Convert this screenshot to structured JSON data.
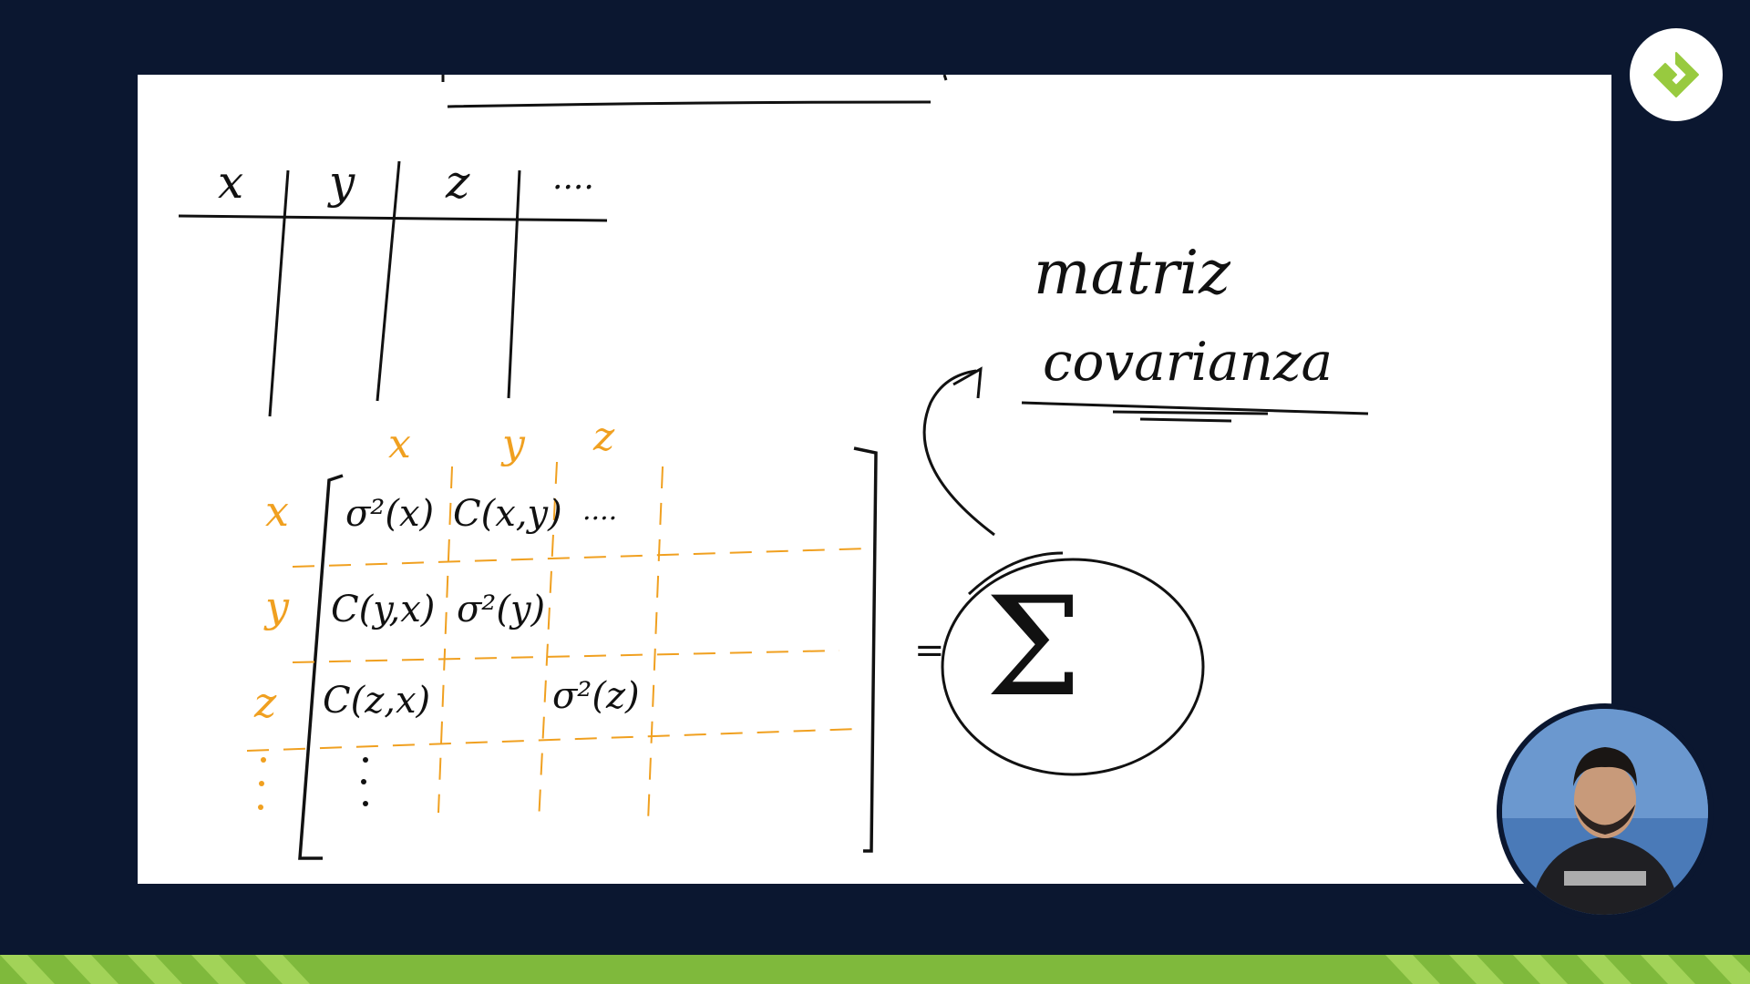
{
  "board": {
    "table_headers": [
      "x",
      "y",
      "z",
      "...."
    ],
    "matrix": {
      "column_labels": [
        "x",
        "y",
        "z"
      ],
      "row_labels": [
        "x",
        "y",
        "z"
      ],
      "cells": [
        [
          "σ²(x)",
          "C(x,y)",
          "...."
        ],
        [
          "C(y,x)",
          "σ²(y)",
          ""
        ],
        [
          "C(z,x)",
          "",
          "σ²(z)"
        ]
      ],
      "equals_symbol": "=",
      "sigma_symbol": "Σ"
    },
    "annotation_title_line1": "matriz",
    "annotation_title_line2": "covarianza"
  },
  "brand": {
    "logo_icon": "platzi-logo-icon",
    "accent_color": "#98ca3f"
  },
  "colors": {
    "background": "#0b1730",
    "ink": "#111111",
    "highlight": "#f0a020"
  }
}
